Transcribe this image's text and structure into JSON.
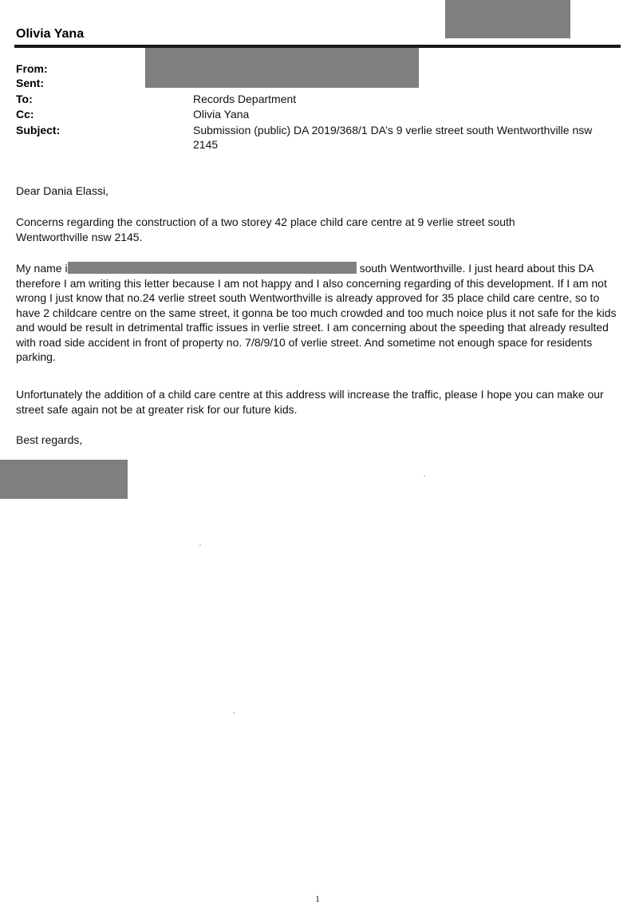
{
  "email": {
    "sender_name": "Olivia Yana",
    "headers": {
      "from_label": "From:",
      "sent_label": "Sent:",
      "to_label": "To:",
      "to_value": "Records Department",
      "cc_label": "Cc:",
      "cc_value": "Olivia Yana",
      "subject_label": "Subject:",
      "subject_value": "Submission (public) DA 2019/368/1 DA’s 9 verlie street south Wentworthville nsw 2145"
    },
    "body": {
      "greeting": "Dear Dania Elassi,",
      "concerns": "Concerns regarding the construction of a two storey 42 place child care centre at 9 verlie street south Wentworthville nsw 2145.",
      "para2_start": "My name i",
      "para2_rest": "south Wentworthville. I just heard about this DA therefore I am writing this letter because I am not happy and I also concerning regarding of this development.  If I am not wrong I just know that no.24 verlie street south Wentworthville is already approved for 35 place child care centre, so to have 2 childcare centre on the same street, it gonna be too much crowded and too much noice plus it not safe for the kids and would be result in detrimental traffic issues in verlie street.  I am concerning about the speeding that already resulted with road side accident in front of property no. 7/8/9/10 of verlie street. And sometime not enough space for residents parking.",
      "para3": "Unfortunately the addition of a child care centre at this address will increase the traffic, please I hope you can make our street safe again not be at greater risk for our future kids.",
      "closing": "Best regards,"
    },
    "page_number": "1"
  }
}
